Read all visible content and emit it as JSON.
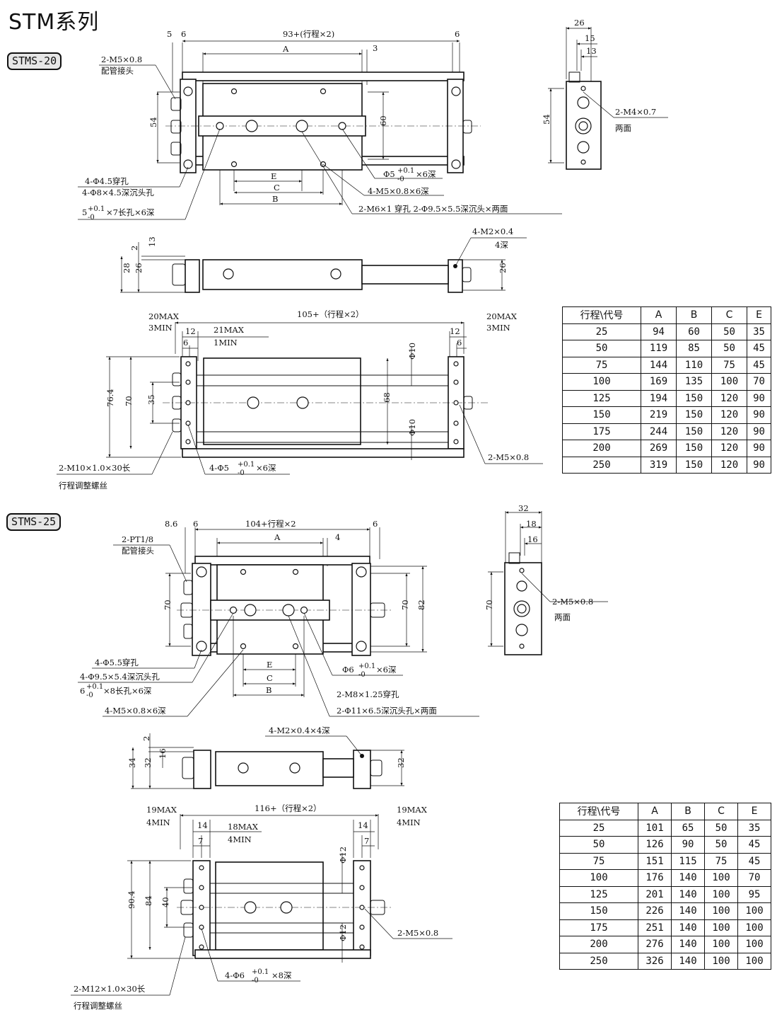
{
  "title": "STM系列",
  "models": [
    {
      "badge": "STMS-20",
      "top_labels": {
        "pipe_port": "2-M5×0.8",
        "pipe_port_note": "配管接头",
        "through_hole": "4-Φ4.5穿孔",
        "counterbore": "4-Φ8×4.5深沉头孔",
        "slot_line1": "5",
        "slot_tol_top": "+0.1",
        "slot_tol_bot": "-0",
        "slot_line2": "×7长孔×6深",
        "pin_hole": "Φ5",
        "pin_tol_top": "+0.1",
        "pin_tol_bot": "-0",
        "pin_depth": "×6深",
        "thread": "4-M5×0.8×6深",
        "m6": "2-M6×1 穿孔 2-Φ9.5×5.5深沉头×两面"
      },
      "top_dims": {
        "d5": "5",
        "d6a": "6",
        "total": "93+(行程×2)",
        "d6b": "6",
        "a": "A",
        "d3": "3",
        "h54": "54",
        "h60": "60",
        "e": "E",
        "c": "C",
        "b": "B"
      },
      "end_view": {
        "d26": "26",
        "d15": "15",
        "d13": "13",
        "h54": "54",
        "port": "2-M4×0.7",
        "side": "两面"
      },
      "side_view": {
        "d2": "2",
        "d13": "13",
        "d28": "28",
        "d26": "26",
        "d26r": "26",
        "thread": "4-M2×0.4",
        "depth": "4深"
      },
      "bottom_view": {
        "max_l": "20MAX",
        "min_l": "3MIN",
        "total": "105+（行程×2）",
        "max_r": "20MAX",
        "min_r": "3MIN",
        "d12l": "12",
        "d6l": "6",
        "mid_max": "21MAX",
        "mid_min": "1MIN",
        "d12r": "12",
        "d6r": "6",
        "h764": "76.4",
        "h70": "70",
        "h35": "35",
        "h68": "68",
        "phi10a": "Φ10",
        "phi10b": "Φ10",
        "adj_screw": "2-M10×1.0×30长",
        "adj_note": "行程调整螺丝",
        "holes_main": "4-Φ5",
        "holes_tol_top": "+0.1",
        "holes_tol_bot": "-0",
        "holes_depth": "×6深",
        "port": "2-M5×0.8"
      },
      "table": {
        "headers": [
          "行程\\代号",
          "A",
          "B",
          "C",
          "E"
        ],
        "rows": [
          [
            "25",
            "94",
            "60",
            "50",
            "35"
          ],
          [
            "50",
            "119",
            "85",
            "50",
            "45"
          ],
          [
            "75",
            "144",
            "110",
            "75",
            "45"
          ],
          [
            "100",
            "169",
            "135",
            "100",
            "70"
          ],
          [
            "125",
            "194",
            "150",
            "120",
            "90"
          ],
          [
            "150",
            "219",
            "150",
            "120",
            "90"
          ],
          [
            "175",
            "244",
            "150",
            "120",
            "90"
          ],
          [
            "200",
            "269",
            "150",
            "120",
            "90"
          ],
          [
            "250",
            "319",
            "150",
            "120",
            "90"
          ]
        ]
      }
    },
    {
      "badge": "STMS-25",
      "top_labels": {
        "pipe_port": "2-PT1/8",
        "pipe_port_note": "配管接头",
        "through_hole": "4-Φ5.5穿孔",
        "counterbore": "4-Φ9.5×5.4深沉头孔",
        "slot_line1": "6",
        "slot_tol_top": "+0.1",
        "slot_tol_bot": "-0",
        "slot_line2": "×8长孔×6深",
        "thread": "4-M5×0.8×6深",
        "pin_hole": "Φ6",
        "pin_tol_top": "+0.1",
        "pin_tol_bot": "-0",
        "pin_depth": "×6深",
        "m8": "2-M8×1.25穿孔",
        "cb2": "2-Φ11×6.5深沉头孔×两面"
      },
      "top_dims": {
        "d86": "8.6",
        "d6a": "6",
        "total": "104+行程×2",
        "d6b": "6",
        "a": "A",
        "d4": "4",
        "h70l": "70",
        "h70r": "70",
        "h82": "82",
        "e": "E",
        "c": "C",
        "b": "B"
      },
      "end_view": {
        "d32": "32",
        "d18": "18",
        "d16": "16",
        "h70": "70",
        "port": "2-M5×0.8",
        "side": "两面"
      },
      "side_view": {
        "d2": "2",
        "d16": "16",
        "d34": "34",
        "d32": "32",
        "d32r": "32",
        "thread": "4-M2×0.4×4深"
      },
      "bottom_view": {
        "max_l": "19MAX",
        "min_l": "4MIN",
        "total": "116+（行程×2）",
        "max_r": "19MAX",
        "min_r": "4MIN",
        "d14l": "14",
        "d7l": "7",
        "mid_max": "18MAX",
        "mid_min": "4MIN",
        "d14r": "14",
        "d7r": "7",
        "h904": "90.4",
        "h84": "84",
        "h40": "40",
        "phi12a": "Φ12",
        "phi12b": "Φ12",
        "adj_screw": "2-M12×1.0×30长",
        "adj_note": "行程调整螺丝",
        "holes_main": "4-Φ6",
        "holes_tol_top": "+0.1",
        "holes_tol_bot": "-0",
        "holes_depth": "×8深",
        "port": "2-M5×0.8"
      },
      "table": {
        "headers": [
          "行程\\代号",
          "A",
          "B",
          "C",
          "E"
        ],
        "rows": [
          [
            "25",
            "101",
            "65",
            "50",
            "35"
          ],
          [
            "50",
            "126",
            "90",
            "50",
            "45"
          ],
          [
            "75",
            "151",
            "115",
            "75",
            "45"
          ],
          [
            "100",
            "176",
            "140",
            "100",
            "70"
          ],
          [
            "125",
            "201",
            "140",
            "100",
            "95"
          ],
          [
            "150",
            "226",
            "140",
            "100",
            "100"
          ],
          [
            "175",
            "251",
            "140",
            "100",
            "100"
          ],
          [
            "200",
            "276",
            "140",
            "100",
            "100"
          ],
          [
            "250",
            "326",
            "140",
            "100",
            "100"
          ]
        ]
      }
    }
  ]
}
